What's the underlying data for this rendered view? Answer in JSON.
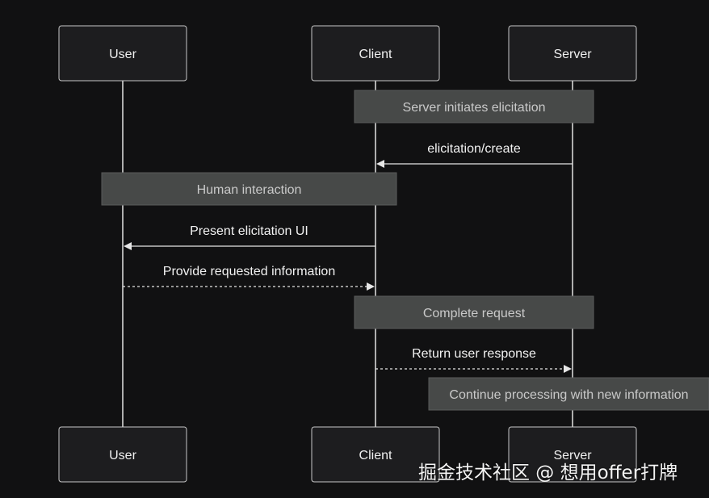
{
  "participants": [
    {
      "id": "user",
      "label": "User"
    },
    {
      "id": "client",
      "label": "Client"
    },
    {
      "id": "server",
      "label": "Server"
    }
  ],
  "steps": [
    {
      "kind": "note",
      "over": [
        "client",
        "server"
      ],
      "text": "Server initiates elicitation"
    },
    {
      "kind": "message",
      "from": "server",
      "to": "client",
      "text": "elicitation/create",
      "style": "solid"
    },
    {
      "kind": "note",
      "over": [
        "user",
        "client"
      ],
      "text": "Human interaction"
    },
    {
      "kind": "message",
      "from": "client",
      "to": "user",
      "text": "Present elicitation UI",
      "style": "solid"
    },
    {
      "kind": "message",
      "from": "user",
      "to": "client",
      "text": "Provide requested information",
      "style": "dashed"
    },
    {
      "kind": "note",
      "over": [
        "client",
        "server"
      ],
      "text": "Complete request"
    },
    {
      "kind": "message",
      "from": "client",
      "to": "server",
      "text": "Return user response",
      "style": "dashed"
    },
    {
      "kind": "note",
      "over": [
        "server"
      ],
      "text": "Continue processing with new information"
    }
  ],
  "watermark": "掘金技术社区 @ 想用offer打牌",
  "colors": {
    "background": "#111112",
    "actor_fill": "#1d1d1f",
    "note_fill": "#474948",
    "line": "#e6e6e6"
  }
}
